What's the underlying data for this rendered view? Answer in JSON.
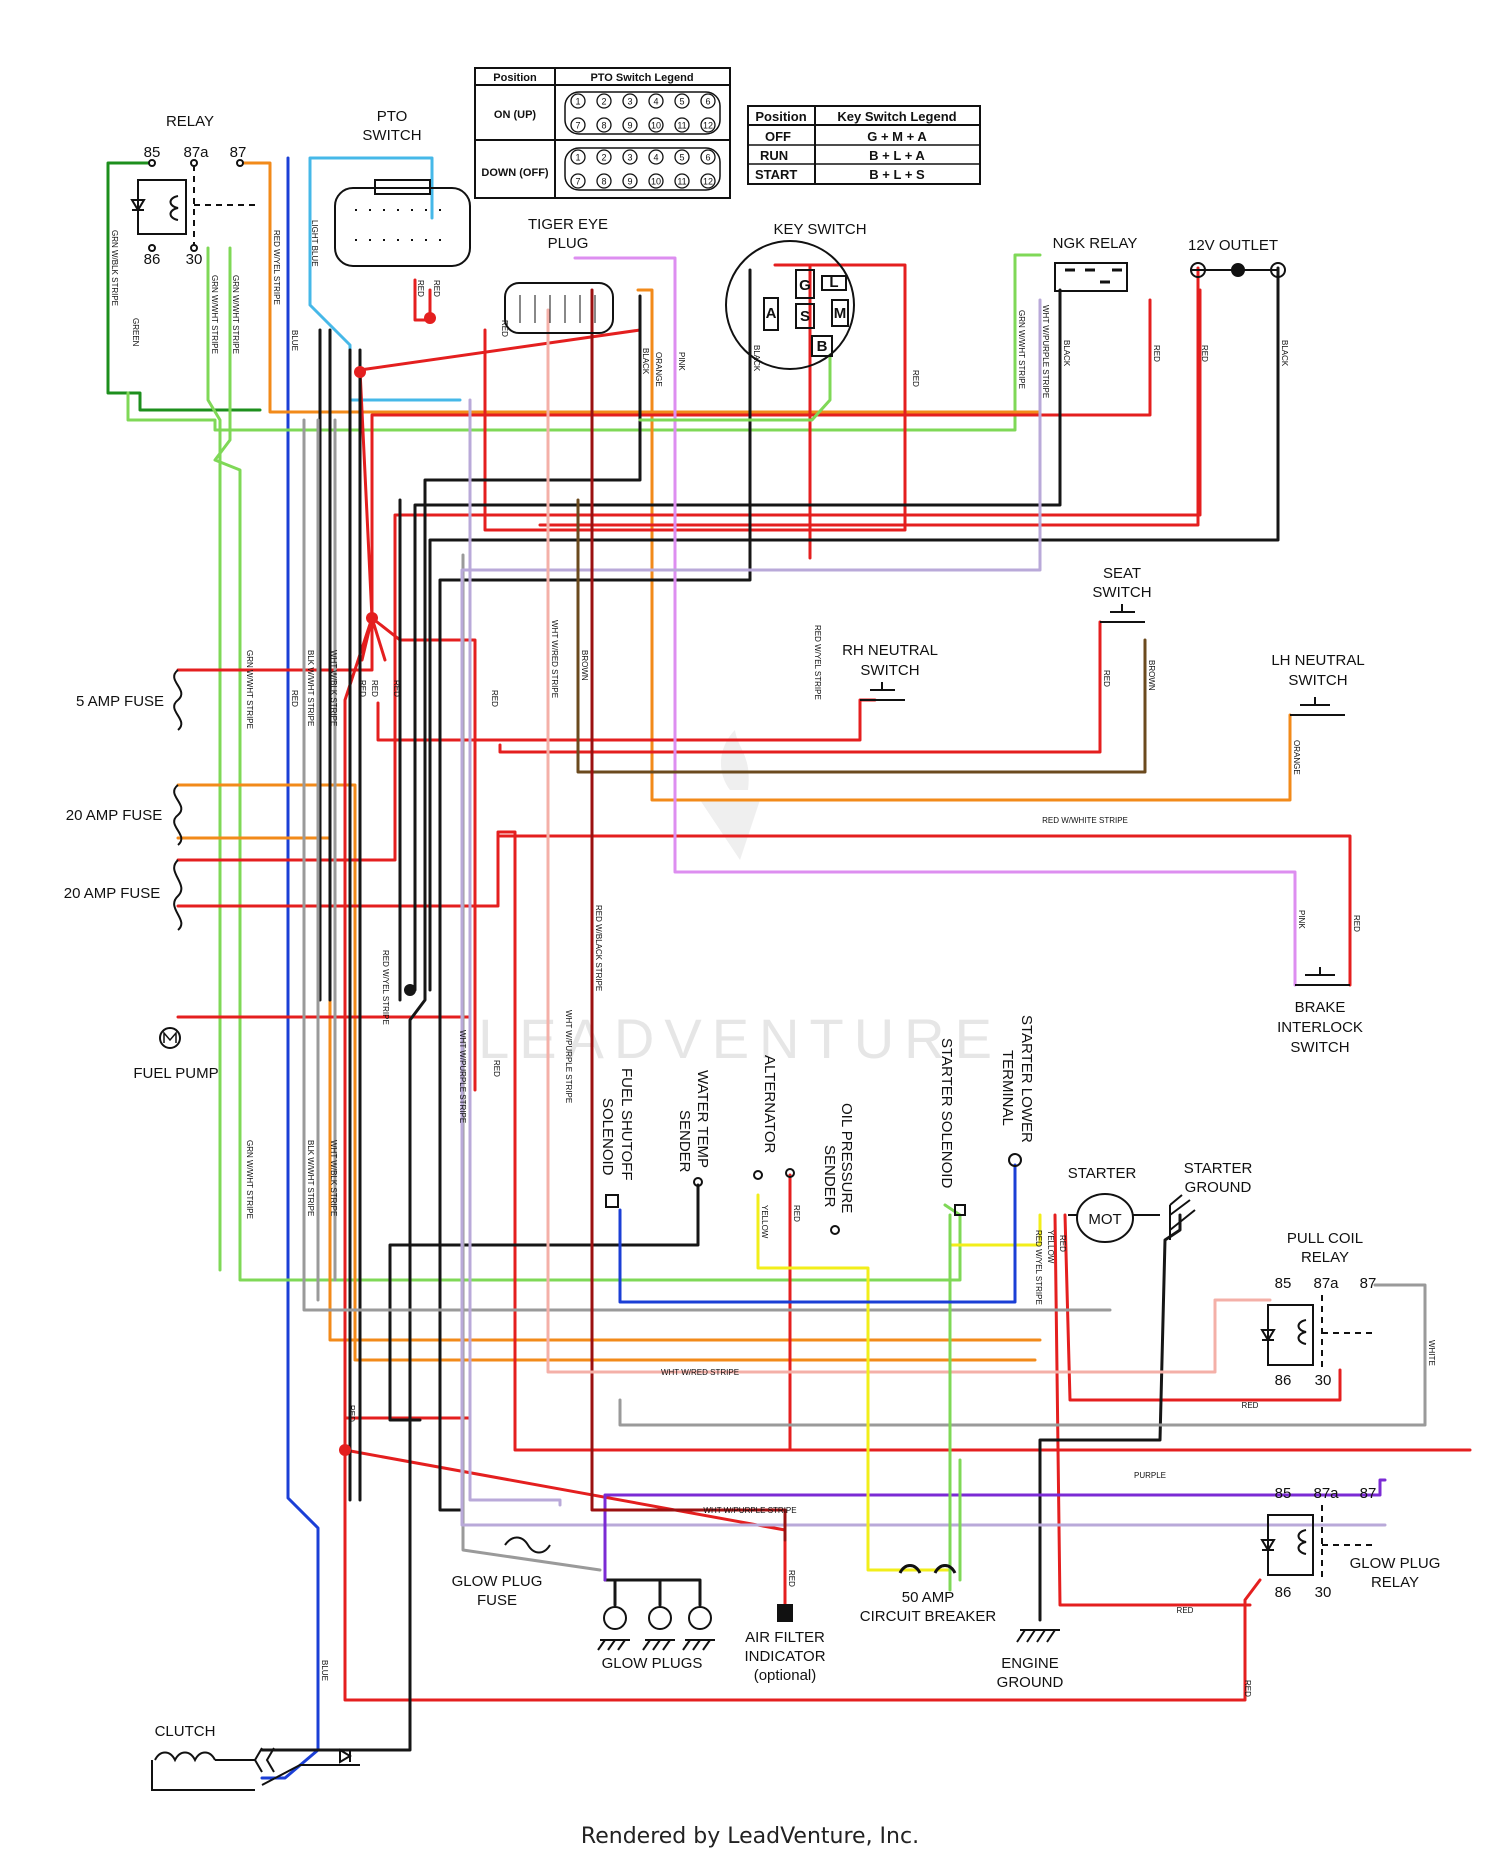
{
  "colors": {
    "red": "#e41f1f",
    "black": "#161616",
    "blue": "#1b3fd6",
    "green": "#7fd857",
    "dark_green": "#1d8f1d",
    "orange": "#f28a1a",
    "pink": "#dd8ef0",
    "purple": "#7b2bd4",
    "yellow": "#f2ee1a",
    "brown": "#6b4a1e",
    "gray": "#8a8a8a",
    "dark_red": "#9b1010",
    "light_blue": "#46b8e8",
    "wht_purple": "#b9a9d9",
    "wht_red": "#f4b0a8",
    "wht_black": "#9a9a9a"
  },
  "components": {
    "relay": "RELAY",
    "pto_switch": [
      "PTO",
      "SWITCH"
    ],
    "tiger_eye_plug": [
      "TIGER EYE",
      "PLUG"
    ],
    "key_switch": "KEY SWITCH",
    "ngk_relay": "NGK RELAY",
    "outlet": "12V OUTLET",
    "seat_switch": [
      "SEAT",
      "SWITCH"
    ],
    "rh_neutral": [
      "RH NEUTRAL",
      "SWITCH"
    ],
    "lh_neutral": [
      "LH NEUTRAL",
      "SWITCH"
    ],
    "fuse_5": "5 AMP FUSE",
    "fuse_20a": "20 AMP FUSE",
    "fuse_20b": "20 AMP FUSE",
    "fuel_pump": "FUEL PUMP",
    "brake_interlock": [
      "BRAKE",
      "INTERLOCK",
      "SWITCH"
    ],
    "fuel_shutoff": [
      "FUEL SHUTOFF",
      "SOLENOID"
    ],
    "water_temp": [
      "WATER TEMP",
      "SENDER"
    ],
    "alternator": "ALTERNATOR",
    "oil_pressure": [
      "OIL PRESSURE",
      "SENDER"
    ],
    "starter_solenoid": "STARTER SOLENOID",
    "starter_lower": [
      "STARTER LOWER",
      "TERMINAL"
    ],
    "starter": "STARTER",
    "starter_motor": "MOT",
    "starter_ground": [
      "STARTER",
      "GROUND"
    ],
    "pull_coil_relay": [
      "PULL COIL",
      "RELAY"
    ],
    "glow_plug_relay": [
      "GLOW PLUG",
      "RELAY"
    ],
    "glow_plug_fuse": [
      "GLOW PLUG",
      "FUSE"
    ],
    "glow_plugs": "GLOW PLUGS",
    "air_filter": [
      "AIR FILTER",
      "INDICATOR",
      "(optional)"
    ],
    "breaker": [
      "50 AMP",
      "CIRCUIT BREAKER"
    ],
    "engine_ground": [
      "ENGINE",
      "GROUND"
    ],
    "clutch": "CLUTCH"
  },
  "relay_pins": {
    "p85": "85",
    "p87a": "87a",
    "p87": "87",
    "p86": "86",
    "p30": "30"
  },
  "pto_legend": {
    "header": [
      "Position",
      "PTO Switch Legend"
    ],
    "rows": [
      {
        "position": "ON (UP)",
        "pins": [
          "1",
          "2",
          "3",
          "4",
          "5",
          "6",
          "7",
          "8",
          "9",
          "10",
          "11",
          "12"
        ]
      },
      {
        "position": "DOWN (OFF)",
        "pins": [
          "1",
          "2",
          "3",
          "4",
          "5",
          "6",
          "7",
          "8",
          "9",
          "10",
          "11",
          "12"
        ]
      }
    ]
  },
  "key_legend": {
    "header": [
      "Position",
      "Key Switch Legend"
    ],
    "rows": [
      [
        "OFF",
        "G + M + A"
      ],
      [
        "RUN",
        "B + L + A"
      ],
      [
        "START",
        "B + L + S"
      ]
    ]
  },
  "key_terminals": [
    "G",
    "L",
    "A",
    "S",
    "M",
    "B"
  ],
  "wire_labels": {
    "grn_wblk": "GRN W/BLK STRIPE",
    "green": "GREEN",
    "grn_wwht": "GRN W/WHT STRIPE",
    "red_wyel": "RED W/YEL STRIPE",
    "blue": "BLUE",
    "light_blue": "LIGHT BLUE",
    "red": "RED",
    "black": "BLACK",
    "orange": "ORANGE",
    "pink": "PINK",
    "brown": "BROWN",
    "wht_wred": "WHT W/RED STRIPE",
    "blk_wwht": "BLK W/WHT STRIPE",
    "wht_wblk": "WHT W/BLK STRIPE",
    "wht_wpurple": "WHT W/PURPLE STRIPE",
    "red_wblack": "RED W/BLACK STRIPE",
    "red_wwhite": "RED W/WHITE STRIPE",
    "yellow": "YELLOW",
    "purple": "PURPLE",
    "white": "WHITE"
  },
  "watermark": "LEADVENTURE",
  "footer": "Rendered by LeadVenture, Inc."
}
